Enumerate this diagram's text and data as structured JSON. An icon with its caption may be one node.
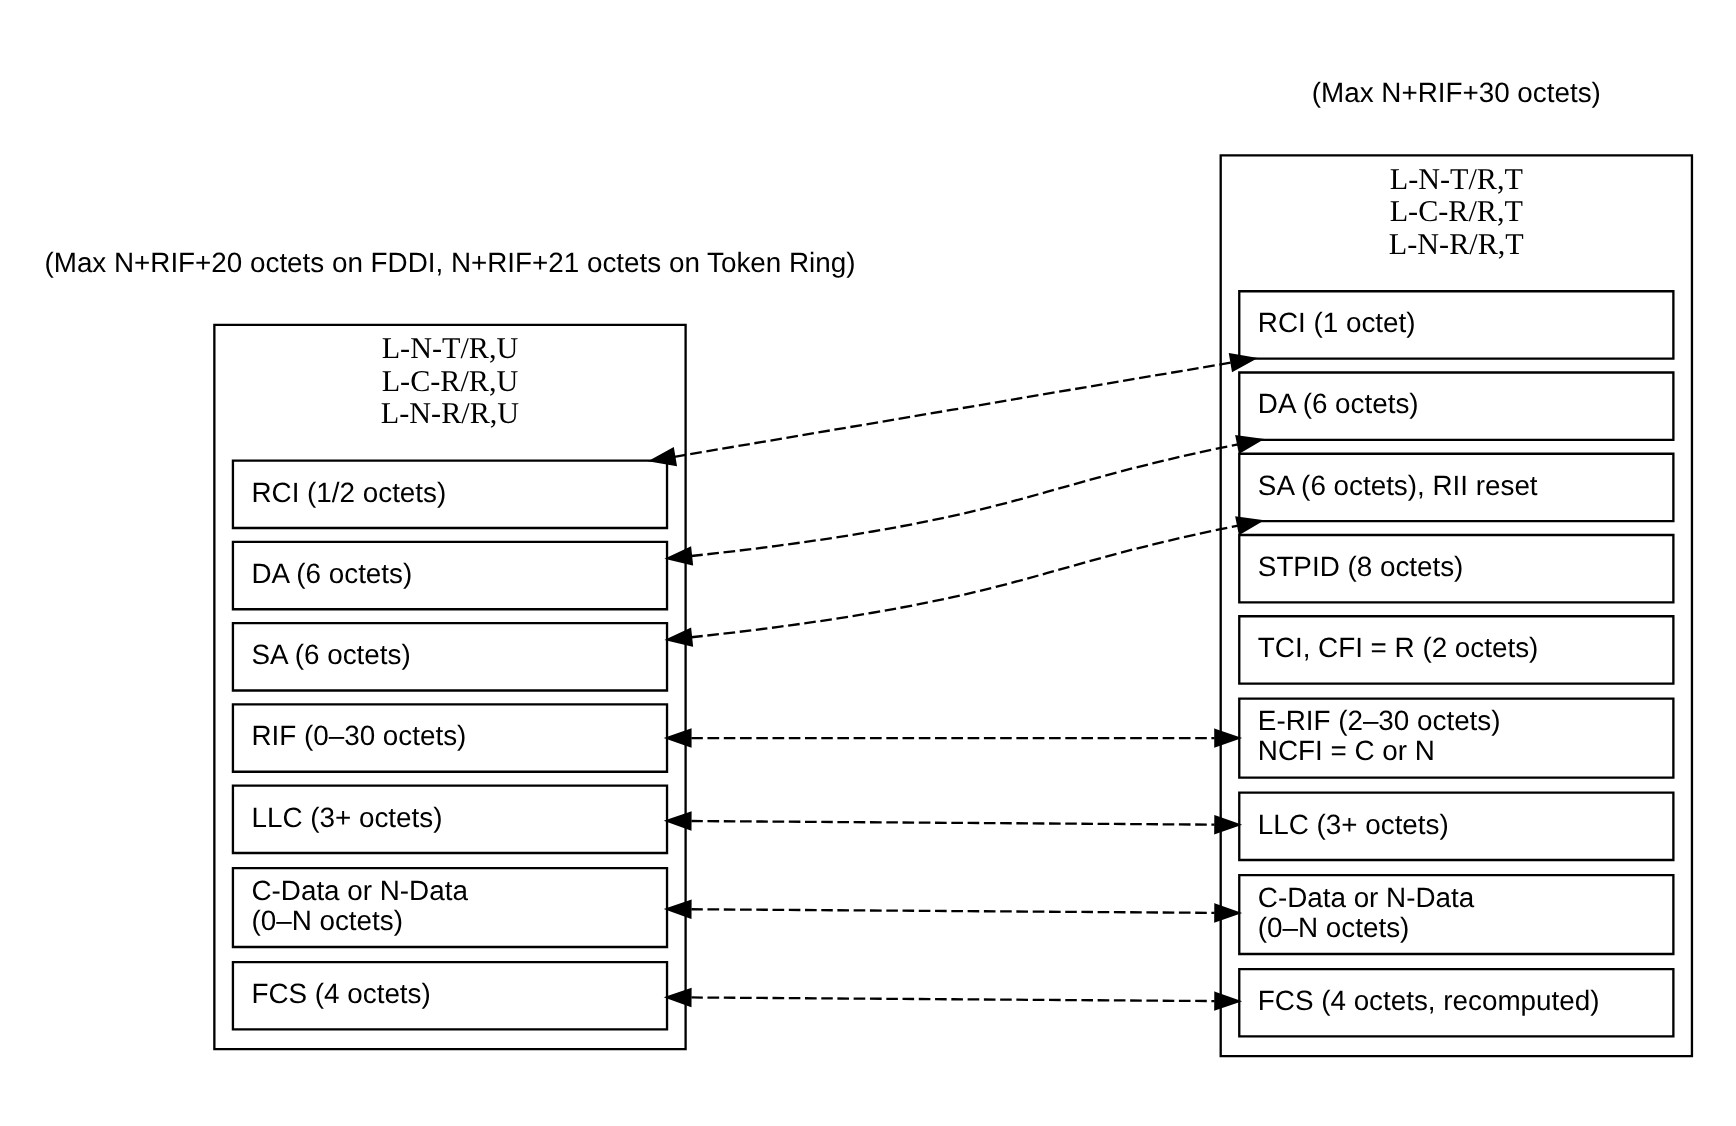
{
  "diagram": {
    "nodes": [
      {
        "text": [
          "L-N-T/R,U",
          "L-C-R/R,U",
          "L-N-R/R,U"
        ],
        "beside": [
          "(Max N+RIF+20 octets on FDDI, N+RIF+21 octets on Token Ring)"
        ]
      },
      {
        "text": [
          "RCI (1/2 octets)"
        ],
        "in": 0
      },
      {
        "text": [
          "DA (6 octets)"
        ],
        "in": 0
      },
      {
        "text": [
          "SA (6 octets)"
        ],
        "in": 0
      },
      {
        "text": [
          "RIF (0–30 octets)"
        ],
        "in": 0
      },
      {
        "text": [
          "LLC (3+ octets)"
        ],
        "in": 0
      },
      {
        "text": [
          "C-Data or N-Data",
          "(0–N octets)"
        ],
        "in": 0
      },
      {
        "text": [
          "FCS (4 octets)"
        ],
        "in": 0
      },
      {
        "text": [
          "L-N-T/R,T",
          "L-C-R/R,T",
          "L-N-R/R,T"
        ],
        "beside": [
          "(Max N+RIF+30 octets)"
        ]
      },
      {
        "text": [
          "RCI (1 octet)"
        ],
        "in": 8
      },
      {
        "text": [
          "DA (6 octets)"
        ],
        "in": 8
      },
      {
        "text": [
          "SA (6 octets), RII reset"
        ],
        "in": 8
      },
      {
        "text": [
          "STPID (8 octets)"
        ],
        "in": 8
      },
      {
        "text": [
          "TCI, CFI = R (2 octets)"
        ],
        "in": 8
      },
      {
        "text": [
          "E-RIF (2–30 octets)",
          "NCFI = C or N"
        ],
        "in": 8
      },
      {
        "text": [
          "LLC (3+ octets)"
        ],
        "in": 8
      },
      {
        "text": [
          "C-Data or N-Data",
          "(0–N octets)"
        ],
        "in": 8
      },
      {
        "text": [
          "FCS (4 octets, recomputed)"
        ],
        "in": 8
      }
    ],
    "edges": [
      {
        "from": 1,
        "to": 9,
        "arrow": "both",
        "style": "dashed"
      },
      {
        "from": 2,
        "to": 10,
        "arrow": "both",
        "style": "dashed"
      },
      {
        "from": 3,
        "to": 11,
        "arrow": "both",
        "style": "dashed"
      },
      {
        "from": 4,
        "to": 14,
        "arrow": "both",
        "style": "dashed"
      },
      {
        "from": 5,
        "to": 15,
        "arrow": "both",
        "style": "dashed"
      },
      {
        "from": 6,
        "to": 16,
        "arrow": "both",
        "style": "dashed"
      },
      {
        "from": 7,
        "to": 17,
        "arrow": "both",
        "style": "dashed"
      }
    ]
  }
}
